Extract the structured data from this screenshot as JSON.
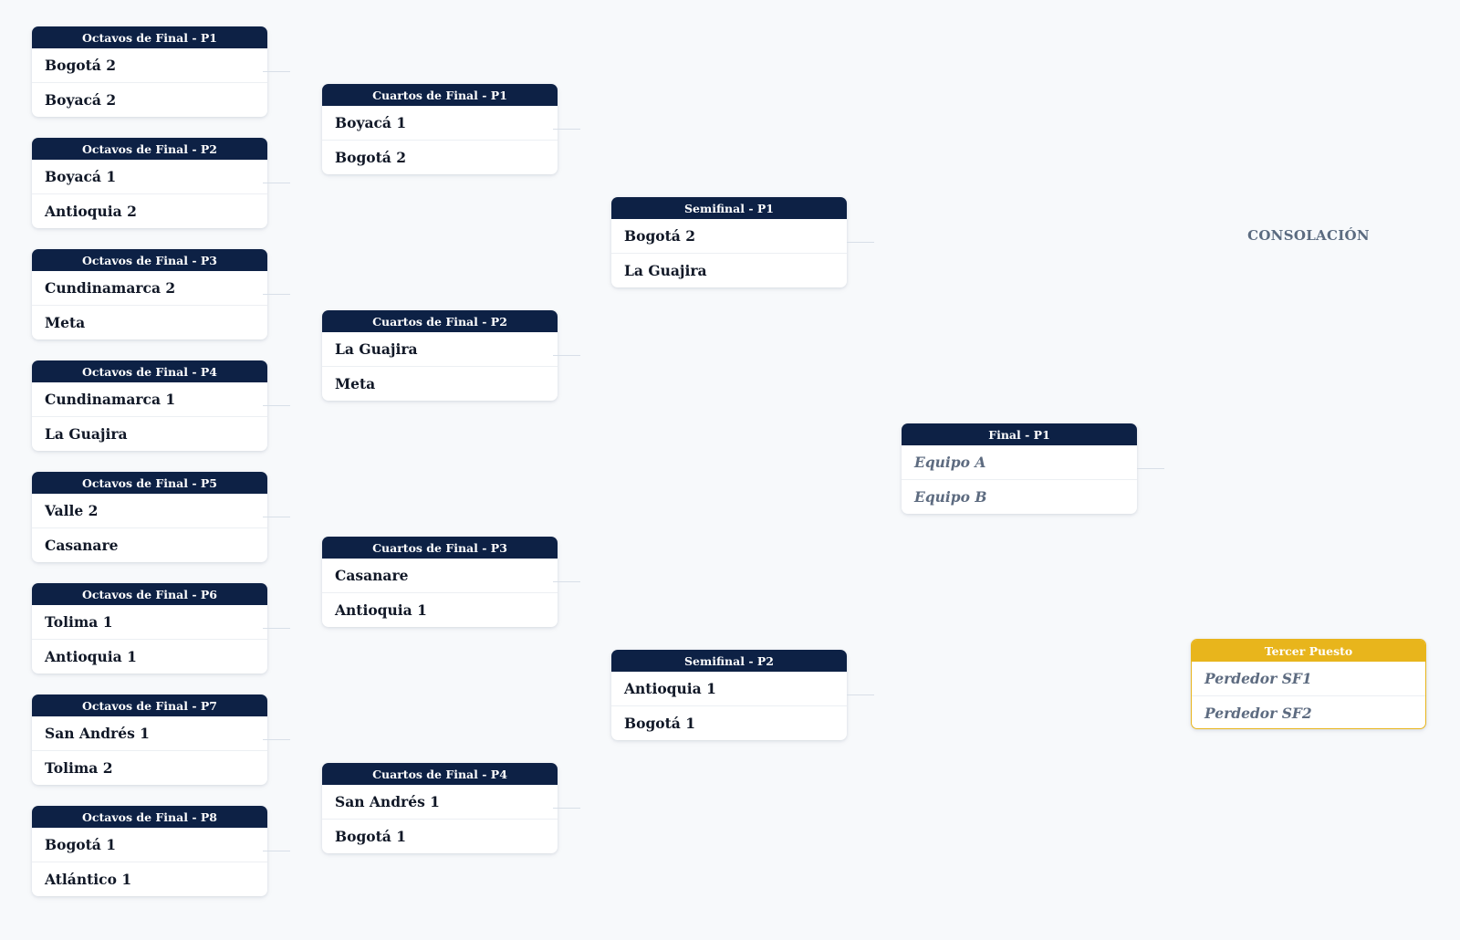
{
  "rounds": {
    "octavos": [
      {
        "label": "Octavos de Final - P1",
        "team1": "Bogotá 2",
        "team2": "Boyacá 2"
      },
      {
        "label": "Octavos de Final - P2",
        "team1": "Boyacá 1",
        "team2": "Antioquia 2"
      },
      {
        "label": "Octavos de Final - P3",
        "team1": "Cundinamarca 2",
        "team2": "Meta"
      },
      {
        "label": "Octavos de Final - P4",
        "team1": "Cundinamarca 1",
        "team2": "La Guajira"
      },
      {
        "label": "Octavos de Final - P5",
        "team1": "Valle 2",
        "team2": "Casanare"
      },
      {
        "label": "Octavos de Final - P6",
        "team1": "Tolima 1",
        "team2": "Antioquia 1"
      },
      {
        "label": "Octavos de Final - P7",
        "team1": "San Andrés 1",
        "team2": "Tolima 2"
      },
      {
        "label": "Octavos de Final - P8",
        "team1": "Bogotá 1",
        "team2": "Atlántico 1"
      }
    ],
    "cuartos": [
      {
        "label": "Cuartos de Final - P1",
        "team1": "Boyacá 1",
        "team2": "Bogotá 2"
      },
      {
        "label": "Cuartos de Final - P2",
        "team1": "La Guajira",
        "team2": "Meta"
      },
      {
        "label": "Cuartos de Final - P3",
        "team1": "Casanare",
        "team2": "Antioquia 1"
      },
      {
        "label": "Cuartos de Final - P4",
        "team1": "San Andrés 1",
        "team2": "Bogotá 1"
      }
    ],
    "semifinal": [
      {
        "label": "Semifinal - P1",
        "team1": "Bogotá 2",
        "team2": "La Guajira"
      },
      {
        "label": "Semifinal - P2",
        "team1": "Antioquia 1",
        "team2": "Bogotá 1"
      }
    ],
    "final": [
      {
        "label": "Final - P1",
        "team1": "Equipo A",
        "team2": "Equipo B"
      }
    ]
  },
  "consolation": {
    "title": "CONSOLACIÓN",
    "third_place": {
      "label": "Tercer Puesto",
      "team1": "Perdedor SF1",
      "team2": "Perdedor SF2"
    }
  },
  "colors": {
    "header": "#0d2145",
    "third_place_accent": "#e8b51c",
    "background": "#f7f9fb",
    "placeholder_text": "#5d6b80"
  }
}
